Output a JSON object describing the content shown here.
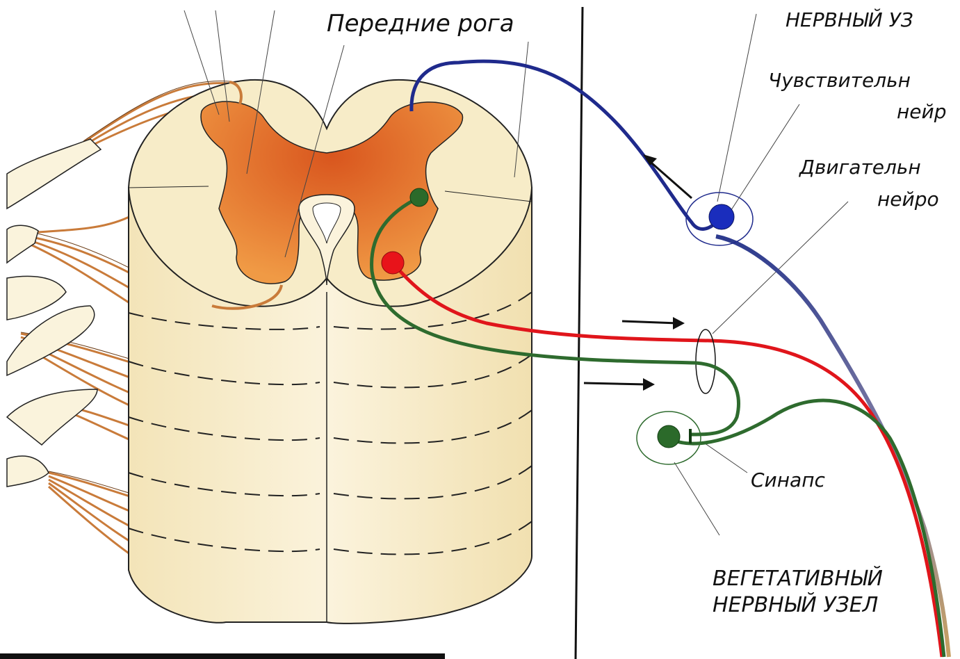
{
  "labels": {
    "anterior_horns": "Передние рога",
    "ganglion_top": "НЕРВНЫЙ УЗ",
    "sensory_l1": "Чувствительн",
    "sensory_l2": "нейр",
    "motor_l1": "Двигательн",
    "motor_l2": "нейро",
    "synapse": "Синапс",
    "autonomic_l1": "ВЕГЕТАТИВНЫЙ",
    "autonomic_l2": "НЕРВНЫЙ УЗЕЛ"
  },
  "colors": {
    "sensory_neuron": "#1f2a8c",
    "motor_neuron": "#e0151b",
    "autonomic_neuron": "#2e6b2e",
    "gray_matter": "#e8772e",
    "white_matter": "#f6ebc6",
    "nerve_roots": "#d98a45"
  }
}
